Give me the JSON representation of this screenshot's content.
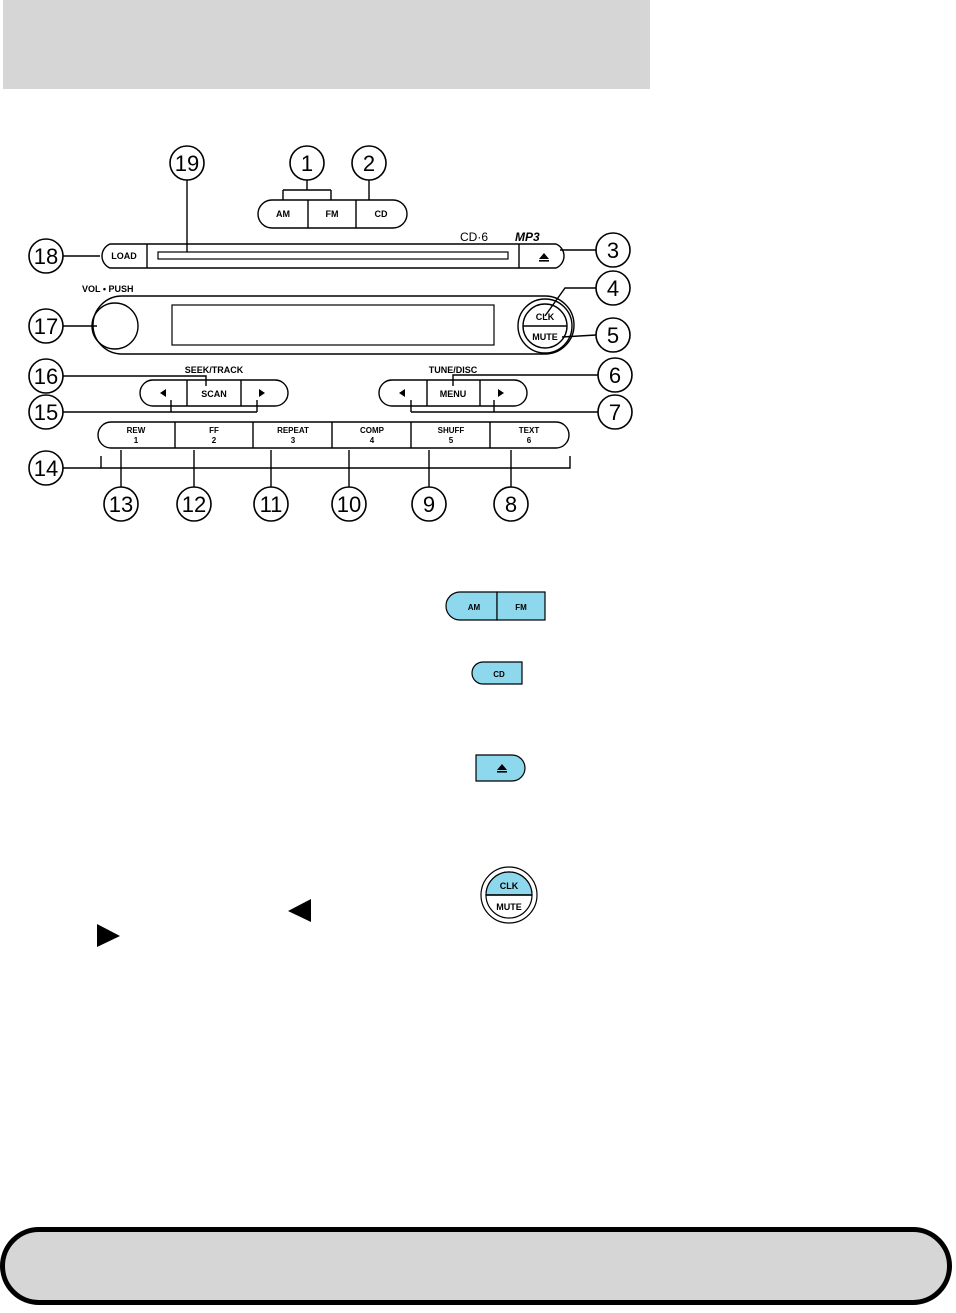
{
  "brand": {
    "cd_logo": "CD·6",
    "mp3_logo": "MP3"
  },
  "radio": {
    "load": "LOAD",
    "am": "AM",
    "fm": "FM",
    "cd": "CD",
    "vol_push": "VOL • PUSH",
    "clk": "CLK",
    "mute": "MUTE",
    "seek_track": "SEEK/TRACK",
    "scan": "SCAN",
    "tune_disc": "TUNE/DISC",
    "menu": "MENU",
    "presets": [
      {
        "name": "REW",
        "num": "1"
      },
      {
        "name": "FF",
        "num": "2"
      },
      {
        "name": "REPEAT",
        "num": "3"
      },
      {
        "name": "COMP",
        "num": "4"
      },
      {
        "name": "SHUFF",
        "num": "5"
      },
      {
        "name": "TEXT",
        "num": "6"
      }
    ]
  },
  "callouts": [
    "1",
    "2",
    "3",
    "4",
    "5",
    "6",
    "7",
    "8",
    "9",
    "10",
    "11",
    "12",
    "13",
    "14",
    "15",
    "16",
    "17",
    "18",
    "19"
  ],
  "icons": {
    "am": "AM",
    "fm": "FM",
    "cd": "CD",
    "clk": "CLK",
    "mute": "MUTE",
    "eject": "eject-icon",
    "arrow_left": "left-triangle-icon",
    "arrow_right": "right-triangle-icon"
  },
  "colors": {
    "highlight": "#8ed8ee",
    "header": "#d6d6d6"
  }
}
